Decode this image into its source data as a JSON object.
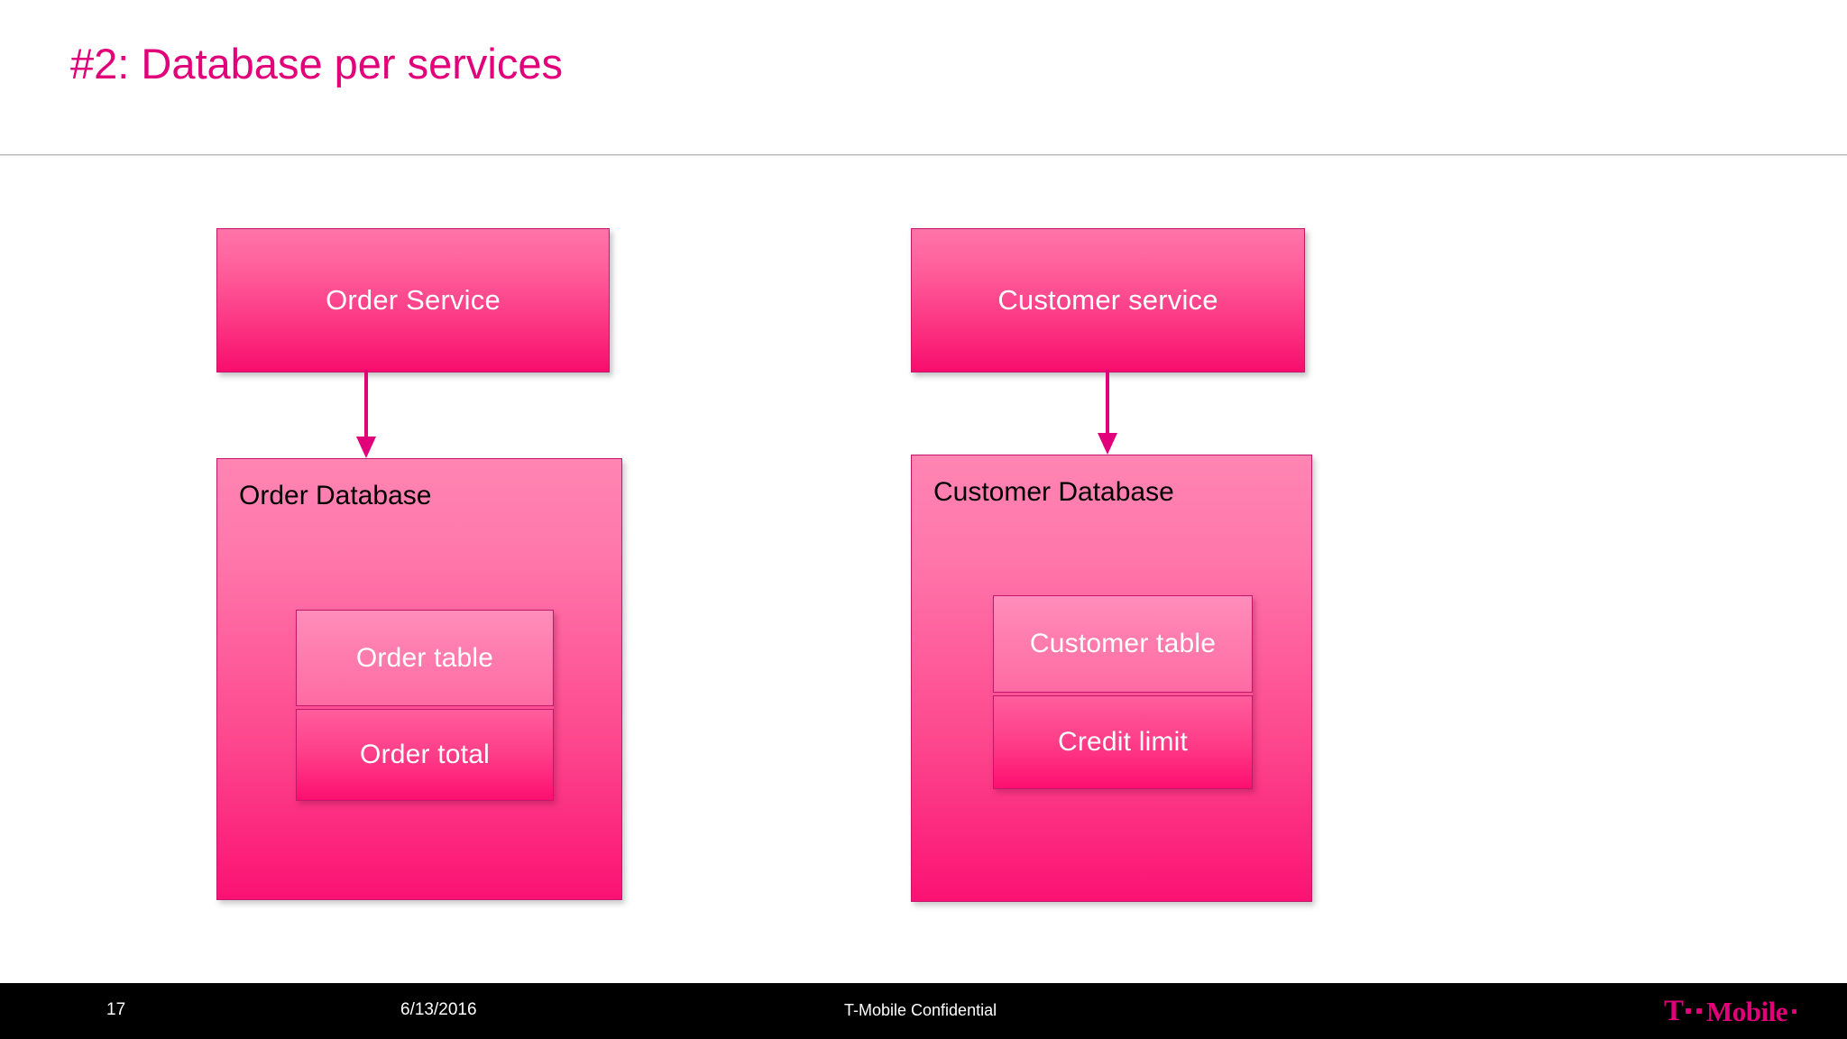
{
  "slide": {
    "title": "#2: Database per services",
    "title_color": "#E2007A",
    "background": "#FFFFFF"
  },
  "diagram": {
    "columns": [
      {
        "id": "order",
        "service": {
          "label": "Order Service"
        },
        "database": {
          "label": "Order Database",
          "tables": [
            {
              "label": "Order table",
              "shade": "light"
            },
            {
              "label": "Order total",
              "shade": "deep"
            }
          ]
        },
        "connector": {
          "from": "Order Service",
          "to": "Order Database",
          "style": "arrow-down"
        }
      },
      {
        "id": "customer",
        "service": {
          "label": "Customer service"
        },
        "database": {
          "label": "Customer Database",
          "tables": [
            {
              "label": "Customer table",
              "shade": "light"
            },
            {
              "label": "Credit limit",
              "shade": "deep"
            }
          ]
        },
        "connector": {
          "from": "Customer service",
          "to": "Customer Database",
          "style": "arrow-down"
        }
      }
    ],
    "accent_color": "#E2007A",
    "box_border_color": "#C2176B"
  },
  "footer": {
    "slide_number": "17",
    "date": "6/13/2016",
    "confidential": "T-Mobile Confidential",
    "logo": {
      "letter": "T",
      "word": "Mobile",
      "color": "#E2007A"
    },
    "background": "#000000"
  }
}
